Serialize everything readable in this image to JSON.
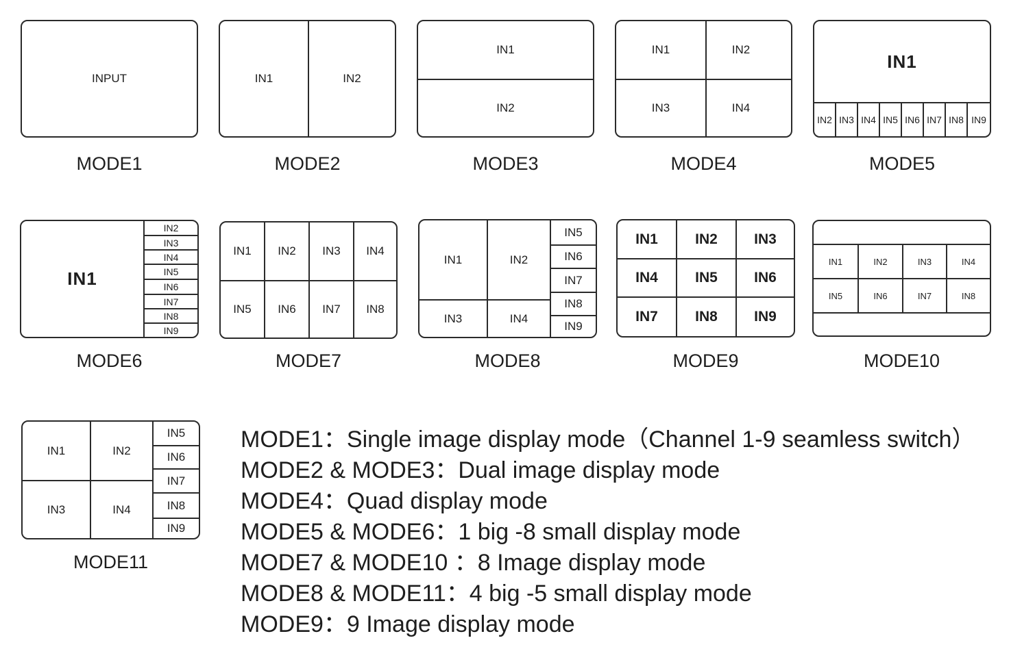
{
  "modes": [
    {
      "caption": "MODE1",
      "cells": [
        "INPUT"
      ]
    },
    {
      "caption": "MODE2",
      "cells": [
        "IN1",
        "IN2"
      ]
    },
    {
      "caption": "MODE3",
      "cells": [
        "IN1",
        "IN2"
      ]
    },
    {
      "caption": "MODE4",
      "cells": [
        "IN1",
        "IN2",
        "IN3",
        "IN4"
      ]
    },
    {
      "caption": "MODE5",
      "cells": [
        "IN1",
        "IN2",
        "IN3",
        "IN4",
        "IN5",
        "IN6",
        "IN7",
        "IN8",
        "IN9"
      ]
    },
    {
      "caption": "MODE6",
      "cells": [
        "IN1",
        "IN2",
        "IN3",
        "IN4",
        "IN5",
        "IN6",
        "IN7",
        "IN8",
        "IN9"
      ]
    },
    {
      "caption": "MODE7",
      "cells": [
        "IN1",
        "IN2",
        "IN3",
        "IN4",
        "IN5",
        "IN6",
        "IN7",
        "IN8"
      ]
    },
    {
      "caption": "MODE8",
      "cells": [
        "IN1",
        "IN2",
        "IN3",
        "IN4",
        "IN5",
        "IN6",
        "IN7",
        "IN8",
        "IN9"
      ]
    },
    {
      "caption": "MODE9",
      "cells": [
        "IN1",
        "IN2",
        "IN3",
        "IN4",
        "IN5",
        "IN6",
        "IN7",
        "IN8",
        "IN9"
      ]
    },
    {
      "caption": "MODE10",
      "cells": [
        "IN1",
        "IN2",
        "IN3",
        "IN4",
        "IN5",
        "IN6",
        "IN7",
        "IN8"
      ]
    },
    {
      "caption": "MODE11",
      "cells": [
        "IN1",
        "IN2",
        "IN3",
        "IN4",
        "IN5",
        "IN6",
        "IN7",
        "IN8",
        "IN9"
      ]
    }
  ],
  "descriptions": [
    "MODE1：Single image display mode（Channel 1-9 seamless switch）",
    "MODE2 & MODE3：Dual image display mode",
    "MODE4：Quad display mode",
    "MODE5 & MODE6：1 big -8 small display mode",
    "MODE7 & MODE10 ：8 Image display mode",
    "MODE8 & MODE11：4 big -5 small display mode",
    "MODE9：9 Image display mode"
  ]
}
